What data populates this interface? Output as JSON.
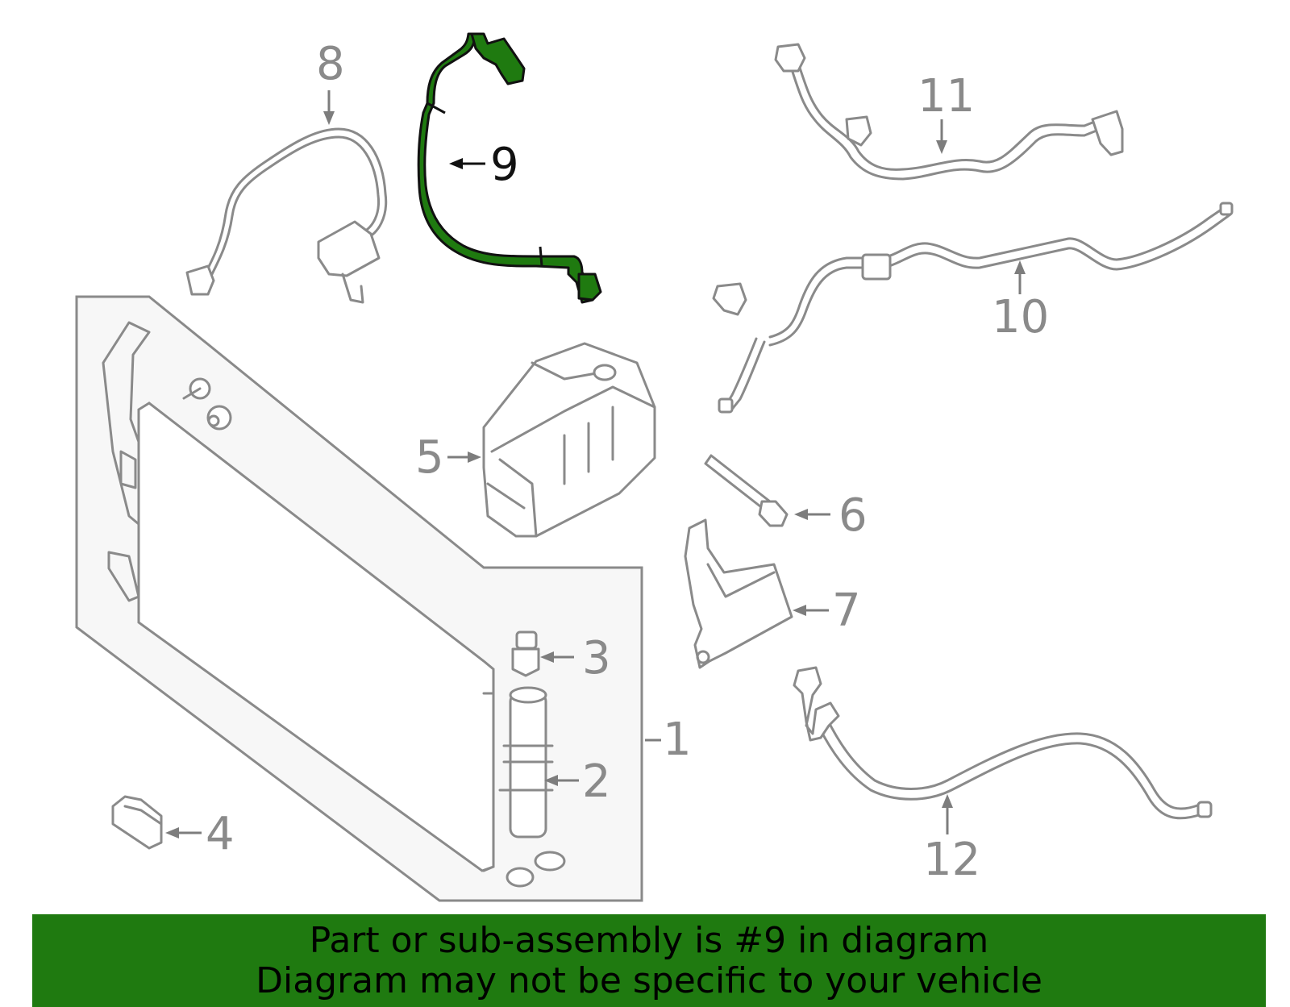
{
  "callouts": {
    "c1": "1",
    "c2": "2",
    "c3": "3",
    "c4": "4",
    "c5": "5",
    "c6": "6",
    "c7": "7",
    "c8": "8",
    "c9": "9",
    "c10": "10",
    "c11": "11",
    "c12": "12"
  },
  "highlighted_part": "9",
  "banner": {
    "line1": "Part or sub-assembly is #9 in diagram",
    "line2": "Diagram may not be specific to your vehicle"
  },
  "colors": {
    "highlight": "#1f7a10",
    "parts": "#8a8a8a",
    "banner": "#1f7a10"
  }
}
